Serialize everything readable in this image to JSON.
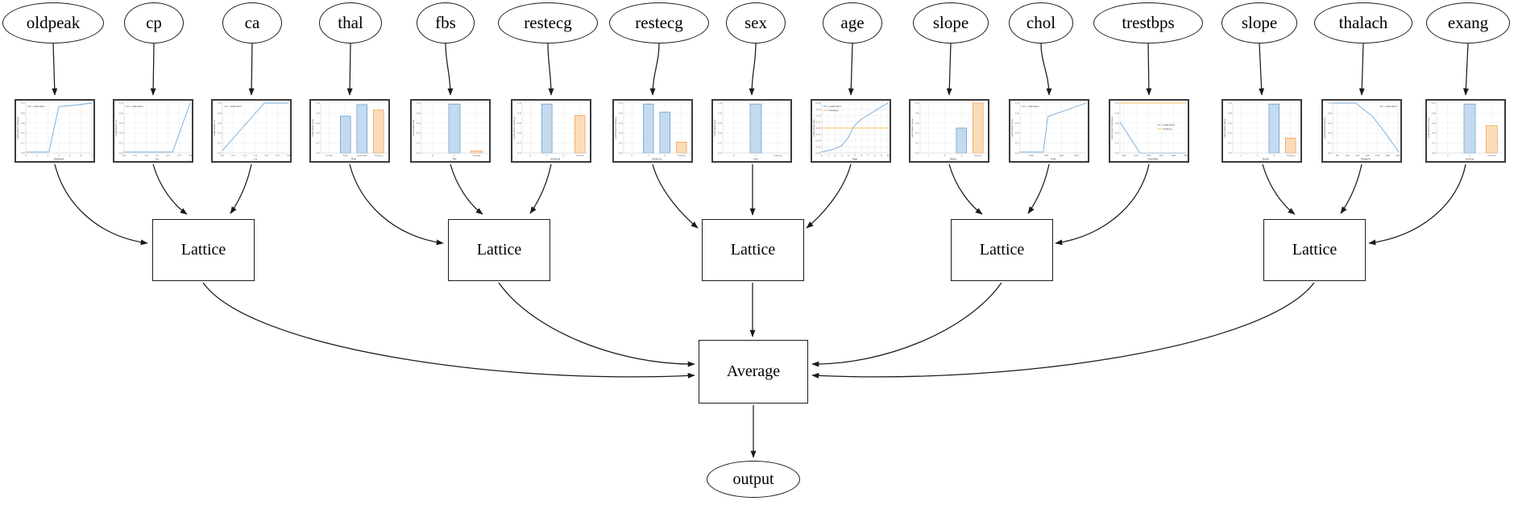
{
  "diagram": {
    "description": "lattice ensemble model graph",
    "average_label": "Average",
    "lattice_label": "Lattice",
    "output_label": "output"
  },
  "features": [
    {
      "label": "oldpeak"
    },
    {
      "label": "cp"
    },
    {
      "label": "ca"
    },
    {
      "label": "thal"
    },
    {
      "label": "fbs"
    },
    {
      "label": "restecg"
    },
    {
      "label": "restecg"
    },
    {
      "label": "sex"
    },
    {
      "label": "age"
    },
    {
      "label": "slope"
    },
    {
      "label": "chol"
    },
    {
      "label": "trestbps"
    },
    {
      "label": "slope"
    },
    {
      "label": "thalach"
    },
    {
      "label": "exang"
    }
  ],
  "lattices": [
    {
      "label": "Lattice",
      "inputs": [
        "oldpeak",
        "cp",
        "ca"
      ]
    },
    {
      "label": "Lattice",
      "inputs": [
        "thal",
        "fbs",
        "restecg"
      ]
    },
    {
      "label": "Lattice",
      "inputs": [
        "restecg",
        "sex",
        "age"
      ]
    },
    {
      "label": "Lattice",
      "inputs": [
        "slope",
        "chol",
        "trestbps"
      ]
    },
    {
      "label": "Lattice",
      "inputs": [
        "slope",
        "thalach",
        "exang"
      ]
    }
  ],
  "colors": {
    "line_blue": "#74a9d8",
    "line_orange": "#fdb863",
    "bar_blue_fill": "#c4daee",
    "bar_blue_edge": "#6aa3d2",
    "bar_orange_fill": "#fcdcb8",
    "bar_orange_edge": "#f2a35c",
    "edge_color": "#1a1a1a",
    "grid": "#e4e4e4",
    "tick_text": "#666666",
    "chart_border": "#3b3b3b"
  },
  "chart_data": [
    {
      "feature": "oldpeak",
      "type": "line",
      "xlabel": "oldpeak",
      "ylabel": "calibrated oldpeak",
      "xlim": [
        0,
        6
      ],
      "ylim": [
        0,
        1
      ],
      "xticks": [
        "0",
        "1",
        "2",
        "3",
        "4",
        "5",
        "6"
      ],
      "xtick_vals": [
        0,
        1,
        2,
        3,
        4,
        5,
        6
      ],
      "yticks": [
        "0.0",
        "0.2",
        "0.4",
        "0.6",
        "0.8",
        "1.0"
      ],
      "legend_pos": "nw",
      "series": [
        {
          "name": "calibrated",
          "color": "blue",
          "points": [
            [
              0,
              0.02
            ],
            [
              2.1,
              0.02
            ],
            [
              3,
              0.93
            ],
            [
              4.5,
              0.96
            ],
            [
              6,
              1.0
            ]
          ]
        }
      ]
    },
    {
      "feature": "cp",
      "type": "line",
      "xlabel": "cp",
      "ylabel": "calibrated cp",
      "xlim": [
        0,
        3
      ],
      "ylim": [
        0,
        1
      ],
      "xticks": [
        "0.0",
        "0.5",
        "1.0",
        "1.5",
        "2.0",
        "2.5",
        "3.0"
      ],
      "xtick_vals": [
        0,
        0.5,
        1,
        1.5,
        2,
        2.5,
        3
      ],
      "yticks": [
        "0.0",
        "0.2",
        "0.4",
        "0.6",
        "0.8",
        "1.0"
      ],
      "legend_pos": "nw",
      "series": [
        {
          "name": "calibrated",
          "color": "blue",
          "points": [
            [
              0,
              0.02
            ],
            [
              2.2,
              0.02
            ],
            [
              3,
              1.0
            ]
          ]
        }
      ]
    },
    {
      "feature": "ca",
      "type": "line",
      "xlabel": "ca",
      "ylabel": "calibrated ca",
      "xlim": [
        0,
        3
      ],
      "ylim": [
        0,
        1
      ],
      "xticks": [
        "0.0",
        "0.5",
        "1.0",
        "1.5",
        "2.0",
        "2.5",
        "3.0"
      ],
      "xtick_vals": [
        0,
        0.5,
        1,
        1.5,
        2,
        2.5,
        3
      ],
      "yticks": [
        "0.0",
        "0.2",
        "0.4",
        "0.6",
        "0.8",
        "1.0"
      ],
      "legend_pos": "nw",
      "series": [
        {
          "name": "calibrated",
          "color": "blue",
          "points": [
            [
              0,
              0.05
            ],
            [
              1.9,
              1.0
            ],
            [
              3,
              1.0
            ]
          ]
        }
      ]
    },
    {
      "feature": "thal",
      "type": "bar",
      "xlabel": "thal",
      "ylabel": "calibrated thal",
      "ylim": [
        0,
        1
      ],
      "yticks": [
        "0.0",
        "0.2",
        "0.4",
        "0.6",
        "0.8",
        "1.0"
      ],
      "categories": [
        "normal",
        "fixed",
        "reversible",
        "missing"
      ],
      "values": [
        0,
        0.74,
        0.97,
        0.86
      ],
      "bar_colors": [
        "blue",
        "blue",
        "blue",
        "orange"
      ]
    },
    {
      "feature": "fbs",
      "type": "bar",
      "xlabel": "fbs",
      "ylabel": "calibrated fbs",
      "ylim": [
        0,
        1
      ],
      "yticks": [
        "0.0",
        "0.2",
        "0.4",
        "0.6",
        "0.8",
        "1.0"
      ],
      "categories": [
        "0",
        "1",
        "missing"
      ],
      "values": [
        0,
        0.98,
        0.04
      ],
      "bar_colors": [
        "blue",
        "blue",
        "orange"
      ]
    },
    {
      "feature": "restecg",
      "type": "bar",
      "xlabel": "restecg",
      "ylabel": "calibrated restecg",
      "ylim": [
        0,
        1
      ],
      "yticks": [
        "0.0",
        "0.2",
        "0.4",
        "0.6",
        "0.8",
        "1.0"
      ],
      "categories": [
        "0",
        "1",
        "2",
        "missing"
      ],
      "values": [
        0,
        0.98,
        0,
        0.75
      ],
      "bar_colors": [
        "blue",
        "blue",
        "blue",
        "orange"
      ]
    },
    {
      "feature": "restecg",
      "type": "bar",
      "xlabel": "restecg",
      "ylabel": "calibrated restecg",
      "ylim": [
        0,
        1
      ],
      "yticks": [
        "0.0",
        "0.2",
        "0.4",
        "0.6",
        "0.8",
        "1.0"
      ],
      "categories": [
        "0",
        "1",
        "2",
        "missing"
      ],
      "values": [
        0,
        0.98,
        0.82,
        0.22
      ],
      "bar_colors": [
        "blue",
        "blue",
        "blue",
        "orange"
      ]
    },
    {
      "feature": "sex",
      "type": "bar",
      "xlabel": "sex",
      "ylabel": "calibrated sex",
      "ylim": [
        0,
        1
      ],
      "yticks": [
        "0.0",
        "0.2",
        "0.4",
        "0.6",
        "0.8",
        "1.0"
      ],
      "categories": [
        "0",
        "1",
        "missing"
      ],
      "values": [
        0,
        0.98,
        0
      ],
      "bar_colors": [
        "blue",
        "blue",
        "orange"
      ]
    },
    {
      "feature": "age",
      "type": "line",
      "xlabel": "age",
      "ylabel": "calibrated age",
      "xlim": [
        0,
        10
      ],
      "ylim": [
        0,
        2
      ],
      "xticks": [
        "0",
        "1",
        "2",
        "3",
        "4",
        "5",
        "6",
        "7",
        "8",
        "9",
        "10"
      ],
      "xtick_vals": [
        0,
        1,
        2,
        3,
        4,
        5,
        6,
        7,
        8,
        9,
        10
      ],
      "yticks": [
        "0.00",
        "0.25",
        "0.50",
        "0.75",
        "1.00",
        "1.25",
        "1.50",
        "1.75",
        "2.00"
      ],
      "legend_pos": "nw",
      "series": [
        {
          "name": "calibrated",
          "color": "blue",
          "points": [
            [
              0,
              0.05
            ],
            [
              1,
              0.1
            ],
            [
              2,
              0.17
            ],
            [
              3,
              0.3
            ],
            [
              4,
              0.62
            ],
            [
              4.8,
              1.05
            ],
            [
              5.5,
              1.25
            ],
            [
              6,
              1.35
            ],
            [
              7,
              1.52
            ],
            [
              8,
              1.68
            ],
            [
              9,
              1.85
            ],
            [
              10,
              2.0
            ]
          ]
        },
        {
          "name": "missing",
          "color": "orange",
          "points": [
            [
              0,
              1.0
            ],
            [
              10,
              1.0
            ]
          ]
        }
      ]
    },
    {
      "feature": "slope",
      "type": "bar",
      "xlabel": "slope",
      "ylabel": "calibrated slope",
      "ylim": [
        0,
        1
      ],
      "yticks": [
        "0.0",
        "0.2",
        "0.4",
        "0.6",
        "0.8",
        "1.0"
      ],
      "categories": [
        "1",
        "2",
        "3",
        "missing"
      ],
      "values": [
        0,
        0,
        0.5,
        1.0
      ],
      "bar_colors": [
        "blue",
        "blue",
        "blue",
        "orange"
      ]
    },
    {
      "feature": "chol",
      "type": "line",
      "xlabel": "chol",
      "ylabel": "calibrated chol",
      "xlim": [
        126,
        564
      ],
      "ylim": [
        0,
        1
      ],
      "xticks": [
        "200",
        "300",
        "400",
        "500"
      ],
      "xtick_vals": [
        200,
        300,
        400,
        500
      ],
      "yticks": [
        "0.0",
        "0.2",
        "0.4",
        "0.6",
        "0.8",
        "1.0"
      ],
      "legend_pos": "nw",
      "series": [
        {
          "name": "calibrated",
          "color": "blue",
          "points": [
            [
              126,
              0.02
            ],
            [
              280,
              0.02
            ],
            [
              310,
              0.73
            ],
            [
              564,
              1.0
            ]
          ]
        }
      ]
    },
    {
      "feature": "trestbps",
      "type": "line",
      "xlabel": "trestbps",
      "ylabel": "calibrated trestbps",
      "xlim": [
        94,
        200
      ],
      "ylim": [
        0,
        1
      ],
      "xticks": [
        "100",
        "120",
        "140",
        "160",
        "180",
        "200"
      ],
      "xtick_vals": [
        100,
        120,
        140,
        160,
        180,
        200
      ],
      "yticks": [
        "0.0",
        "0.2",
        "0.4",
        "0.6",
        "0.8",
        "1.0"
      ],
      "legend_pos": "e",
      "series": [
        {
          "name": "calibrated",
          "color": "blue",
          "points": [
            [
              94,
              0.62
            ],
            [
              126,
              0.0
            ],
            [
              200,
              0.0
            ]
          ]
        },
        {
          "name": "missing",
          "color": "orange",
          "points": [
            [
              94,
              1.0
            ],
            [
              200,
              1.0
            ]
          ]
        }
      ]
    },
    {
      "feature": "slope",
      "type": "bar",
      "xlabel": "slope",
      "ylabel": "calibrated slope",
      "ylim": [
        0,
        1
      ],
      "yticks": [
        "0.0",
        "0.2",
        "0.4",
        "0.6",
        "0.8",
        "1.0"
      ],
      "categories": [
        "1",
        "2",
        "3",
        "missing"
      ],
      "values": [
        0,
        0,
        0.98,
        0.3
      ],
      "bar_colors": [
        "blue",
        "blue",
        "blue",
        "orange"
      ]
    },
    {
      "feature": "thalach",
      "type": "line",
      "xlabel": "thalach",
      "ylabel": "calibrated thalach",
      "xlim": [
        71,
        202
      ],
      "ylim": [
        0,
        1
      ],
      "xticks": [
        "80",
        "100",
        "120",
        "140",
        "160",
        "180",
        "200"
      ],
      "xtick_vals": [
        80,
        100,
        120,
        140,
        160,
        180,
        200
      ],
      "yticks": [
        "0.0",
        "0.2",
        "0.4",
        "0.6",
        "0.8",
        "1.0"
      ],
      "legend_pos": "ne",
      "series": [
        {
          "name": "calibrated",
          "color": "blue",
          "points": [
            [
              71,
              1.0
            ],
            [
              117,
              1.0
            ],
            [
              150,
              0.73
            ],
            [
              172,
              0.45
            ],
            [
              202,
              0.02
            ]
          ]
        }
      ]
    },
    {
      "feature": "exang",
      "type": "bar",
      "xlabel": "exang",
      "ylabel": "calibrated exang",
      "ylim": [
        0,
        1
      ],
      "yticks": [
        "0.0",
        "0.2",
        "0.4",
        "0.6",
        "0.8",
        "1.0"
      ],
      "categories": [
        "0",
        "1",
        "missing"
      ],
      "values": [
        0,
        0.98,
        0.55
      ],
      "bar_colors": [
        "blue",
        "blue",
        "orange"
      ]
    }
  ]
}
